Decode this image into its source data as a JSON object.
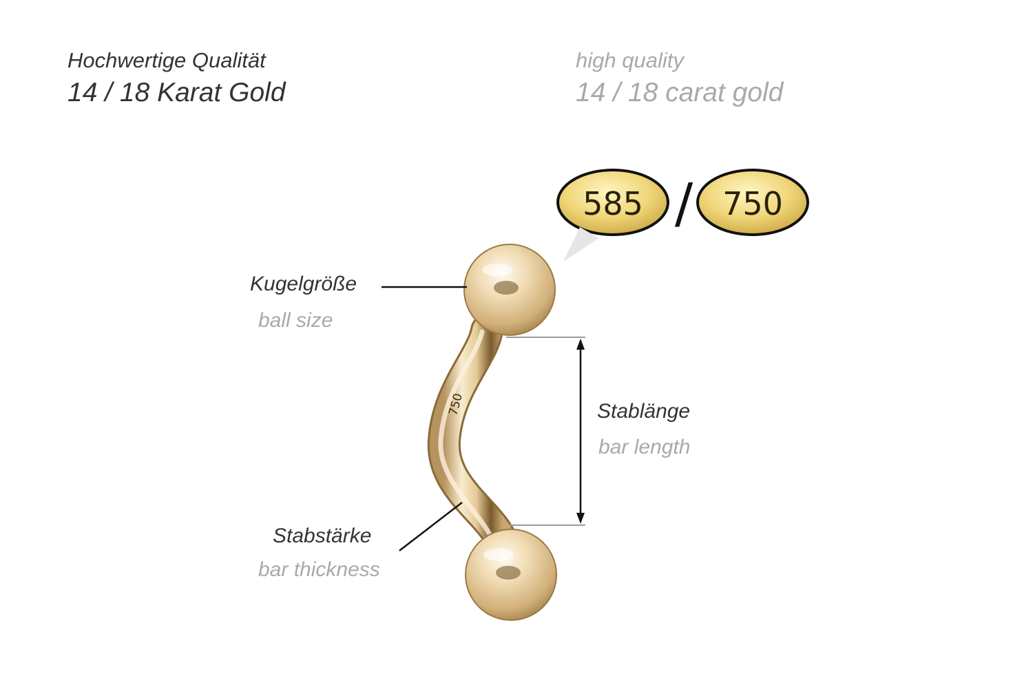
{
  "header": {
    "de_line1": "Hochwertige Qualität",
    "de_line2": "14 / 18 Karat Gold",
    "en_line1": "high quality",
    "en_line2": "14 / 18 carat gold"
  },
  "stamps": {
    "left": "585",
    "separator": "/",
    "right": "750"
  },
  "engraving": "750",
  "labels": {
    "ball_size_de": "Kugelgröße",
    "ball_size_en": "ball size",
    "bar_length_de": "Stablänge",
    "bar_length_en": "bar length",
    "bar_thickness_de": "Stabstärke",
    "bar_thickness_en": "bar thickness"
  },
  "colors": {
    "gold_light": "#fbeed2",
    "gold_mid": "#e2c48e",
    "gold_dark": "#a4814a",
    "stamp_gold": "#ecd273",
    "text_dark": "#333333",
    "text_grey": "#a9a9a9"
  }
}
